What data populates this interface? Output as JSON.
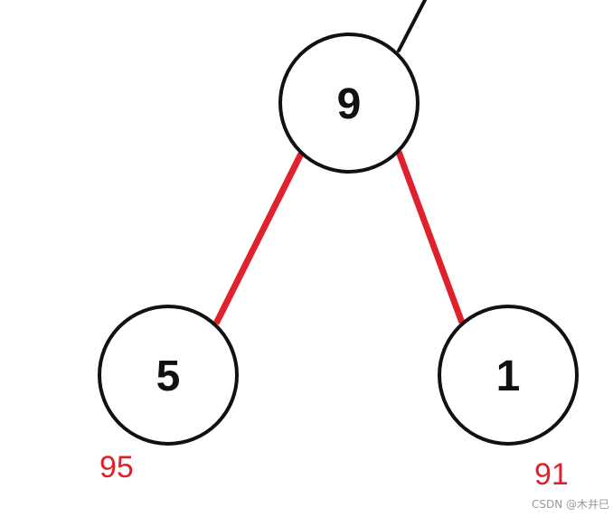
{
  "tree": {
    "nodes": [
      {
        "id": "root",
        "label": "9"
      },
      {
        "id": "left",
        "label": "5"
      },
      {
        "id": "right",
        "label": "1"
      }
    ],
    "edges": [
      {
        "from": "root",
        "to": "left",
        "highlighted": true
      },
      {
        "from": "root",
        "to": "right",
        "highlighted": true
      },
      {
        "from": "root",
        "to": "parent-offscreen",
        "highlighted": false
      }
    ]
  },
  "annotations": {
    "left_value": "95",
    "right_value": "91"
  },
  "watermark": "CSDN @木井巳",
  "colors": {
    "node_stroke": "#111111",
    "edge_normal": "#111111",
    "edge_highlight": "#e0202a",
    "annotation": "#e0202a",
    "watermark": "#9a9a9a"
  }
}
